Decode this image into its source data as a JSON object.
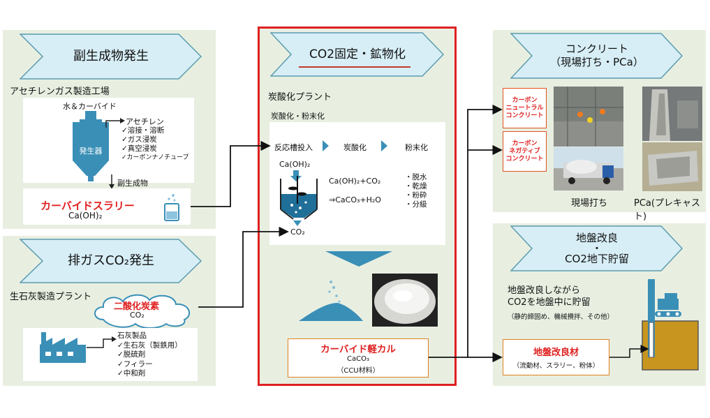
{
  "left_top": {
    "banner": "副生成物発生",
    "factory_title": "アセチレンガス製造工場",
    "input_label": "水＆カーバイド",
    "reactor_label": "発生器",
    "acetylene": "アセチレン",
    "uses": [
      "✓溶接・溶断",
      "✓ガス浸炭",
      "✓真空浸炭",
      "✓カーボンナノチューブ"
    ],
    "byproduct": "副生成物",
    "slurry_name": "カーバイドスラリー",
    "slurry_formula": "Ca(OH)₂"
  },
  "left_bottom": {
    "banner": "排ガスCO₂発生",
    "plant_title": "生石灰製造プラント",
    "cloud_title": "二酸化炭素",
    "cloud_formula": "CO₂",
    "products_title": "石灰製品",
    "products": [
      "✓生石灰（製鉄用）",
      "✓脱硫剤",
      "✓フィラー",
      "✓中和剤"
    ]
  },
  "center": {
    "banner": "CO2固定・鉱物化",
    "plant_title": "炭酸化プラント",
    "subtitle": "炭酸化・粉末化",
    "steps": [
      "反応槽投入",
      "炭酸化",
      "粉末化"
    ],
    "input_top": "Ca(OH)₂",
    "input_bottom": "CO₂",
    "reaction_line1": "Ca(OH)₂+CO₂",
    "reaction_line2": "⇒CaCO₃+H₂O",
    "post_steps": [
      "・脱水",
      "・乾燥",
      "・粉砕",
      "・分級"
    ],
    "product_name": "カーバイド軽カル",
    "product_formula": "CaCO₃",
    "product_note": "（CCU材料）"
  },
  "right_top": {
    "banner_line1": "コンクリート",
    "banner_line2": "（現場打ち・PCa）",
    "tag1": [
      "カーボン",
      "ニュートラル",
      "コンクリート"
    ],
    "tag2": [
      "カーボン",
      "ネガティブ",
      "コンクリート"
    ],
    "caption1": "現場打ち",
    "caption2": "PCa(プレキャスト)"
  },
  "right_bottom": {
    "banner_line1": "地盤改良",
    "banner_line2": "・",
    "banner_line3": "CO2地下貯留",
    "desc_line1": "地盤改良しながら",
    "desc_line2": "CO2を地盤中に貯留",
    "desc_line3": "（静的締固め、機械攪拌、その他）",
    "material_name": "地盤改良材",
    "material_note": "（流動材、スラリー、粉体）"
  },
  "colors": {
    "panel": "#e8efe1",
    "banner_fill": "#d7eef6",
    "banner_stroke": "#5b9bb0",
    "highlight_border": "#e02020",
    "accent_blue": "#3a8fb7",
    "tag_border": "#e05020"
  }
}
